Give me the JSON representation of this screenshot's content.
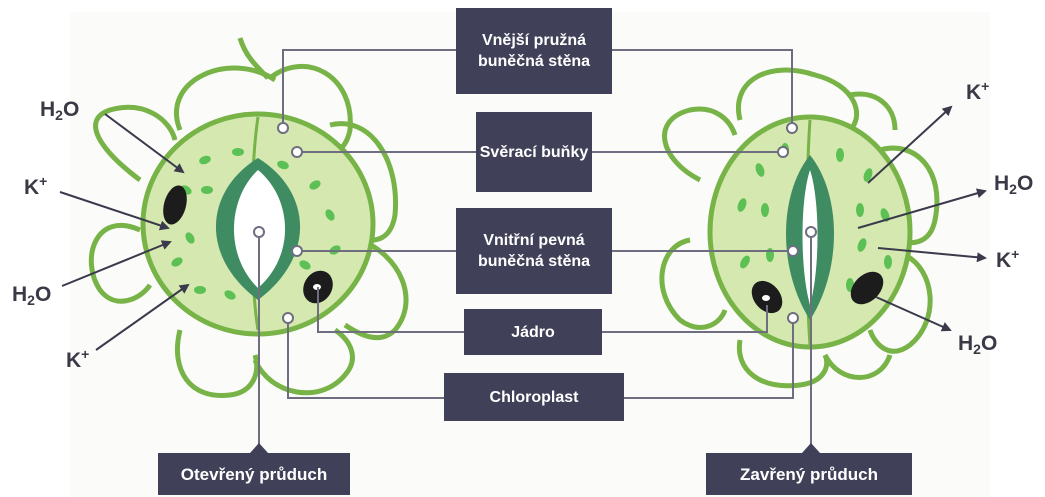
{
  "ions": {
    "water_main": "H",
    "water_sub": "2",
    "water_tail": "O",
    "potassium_main": "K",
    "potassium_sup": "+"
  },
  "labels": {
    "outer_wall": "Vnější pružná buněčná stěna",
    "guard_cells": "Svěrací buňky",
    "inner_wall": "Vnitřní pevná buněčná stěna",
    "nucleus": "Jádro",
    "chloroplast": "Chloroplast",
    "open_stoma": "Otevřený průduch",
    "closed_stoma": "Zavřený průduch"
  },
  "colors": {
    "cell_fill": "#d4e8b0",
    "cell_outline": "#77b347",
    "stoma_dark": "#3f8c62",
    "chloroplast": "#5cc054",
    "nucleus": "#1c1c1c",
    "label_bg": "#404158",
    "connector": "#6e6e80",
    "arrow": "#3a3a4c"
  }
}
